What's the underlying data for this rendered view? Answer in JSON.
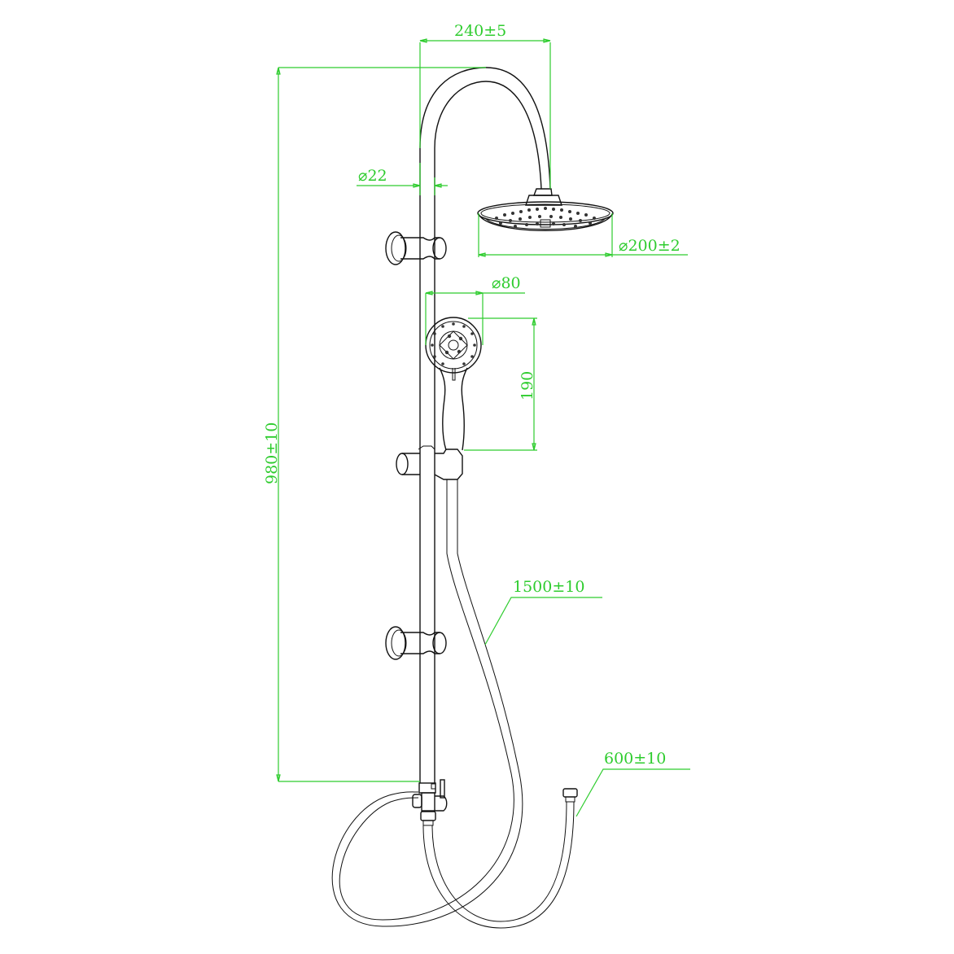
{
  "drawing": {
    "subject": "Shower column with rain shower head, hand shower and hoses",
    "colors": {
      "outline": "#111111",
      "dimension": "#2ecc2e",
      "background": "#ffffff"
    }
  },
  "dimensions": {
    "arm_reach": "240±5",
    "pipe_diameter": "⌀22",
    "head_diameter": "⌀200±2",
    "hand_shower_diameter": "⌀80",
    "hand_shower_length": "190",
    "column_height": "980±10",
    "hand_hose_length": "1500±10",
    "supply_hose_length": "600±10"
  }
}
